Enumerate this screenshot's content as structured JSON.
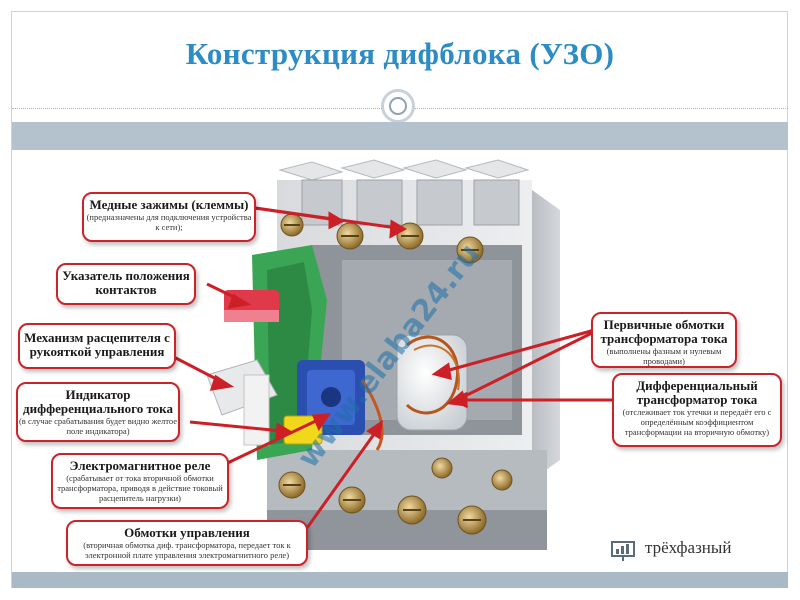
{
  "title": "Конструкция дифблока (УЗО)",
  "labels": {
    "terminals": {
      "heading": "Медные зажимы (клеммы)",
      "sub": "(предназначены для подключения устройства к сети);"
    },
    "position": {
      "heading": "Указатель положения контактов",
      "sub": ""
    },
    "mechanism": {
      "heading": "Механизм расцепителя с рукояткой управления",
      "sub": ""
    },
    "indicator": {
      "heading": "Индикатор дифференциального тока",
      "sub": "(в случае срабатывания будет видно желтое поле индикатора)"
    },
    "relay": {
      "heading": "Электромагнитное реле",
      "sub": "(срабатывает от тока вторичной обмотки трансформатора, приводя в действие токовый расцепитель нагрузки)"
    },
    "control_windings": {
      "heading": "Обмотки управления",
      "sub": "(вторичная обмотка диф. трансформатора, передает ток к электронной плате управления электромагнитного реле)"
    },
    "primary": {
      "heading": "Первичные обмотки трансформатора тока",
      "sub": "(выполнены фазным и нулевым проводами)"
    },
    "diff_transformer": {
      "heading": "Дифференциальный трансформатор тока",
      "sub": "(отслеживает ток утечки и передаёт его с определённым коэффициентом трансформации на вторичную обмотку)"
    }
  },
  "watermark": "www.elaba24.ru",
  "footer_text": "трёхфазный",
  "colors": {
    "title": "#2c8cc3",
    "label_border": "#c9242a",
    "arrow": "#cc1f26",
    "band": "#b4c2cd"
  }
}
